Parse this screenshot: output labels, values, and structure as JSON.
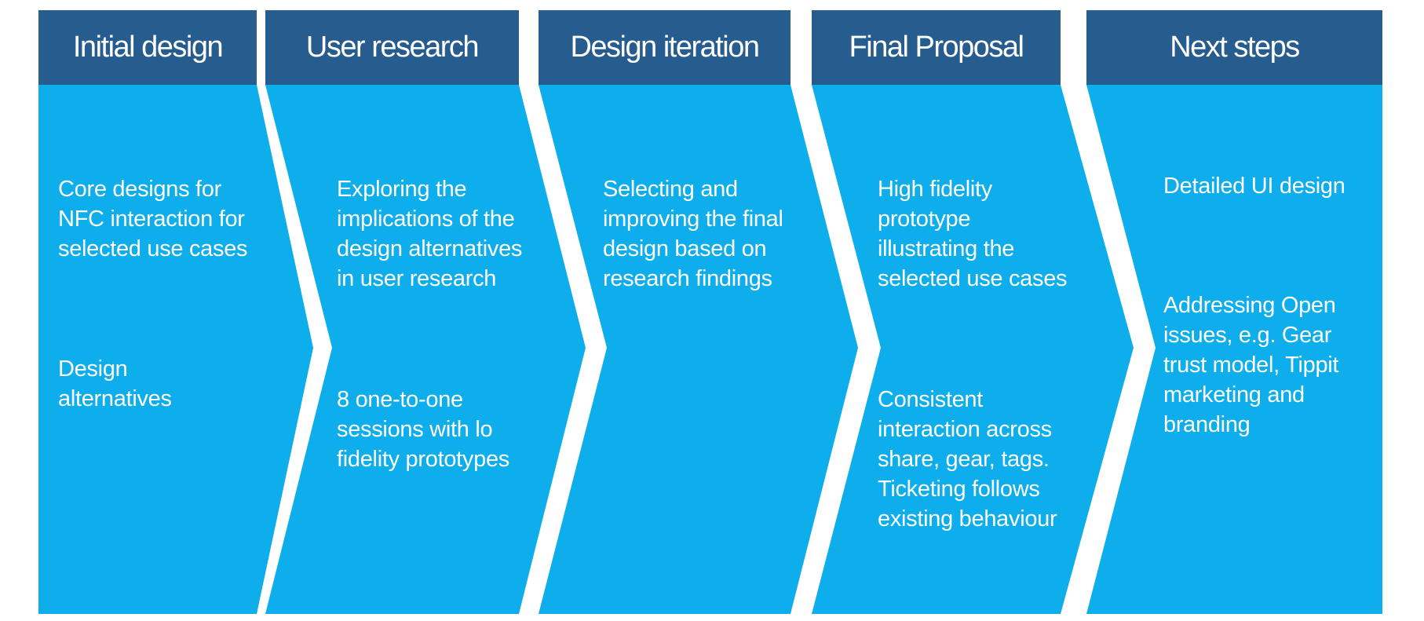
{
  "colors": {
    "header": "#275c8f",
    "body": "#0daeeb",
    "text": "#ffffff"
  },
  "stages": [
    {
      "title": "Initial design",
      "blocks": [
        [
          "Core designs for",
          "NFC interaction for",
          "selected use cases"
        ],
        [
          "Design",
          "alternatives"
        ]
      ]
    },
    {
      "title": "User research",
      "blocks": [
        [
          "Exploring the",
          "implications of the",
          "design alternatives",
          "in user research"
        ],
        [
          "8 one-to-one",
          "sessions with lo",
          "fidelity prototypes"
        ]
      ]
    },
    {
      "title": "Design iteration",
      "blocks": [
        [
          "Selecting and",
          "improving the final",
          "design based on",
          "research findings"
        ]
      ]
    },
    {
      "title": "Final Proposal",
      "blocks": [
        [
          "High fidelity",
          "prototype",
          "illustrating the",
          "selected use cases"
        ],
        [
          "Consistent",
          "interaction across",
          "share, gear, tags.",
          "Ticketing follows",
          "existing behaviour"
        ]
      ]
    },
    {
      "title": "Next steps",
      "blocks": [
        [
          "Detailed UI design"
        ],
        [
          "Addressing Open",
          "issues, e.g. Gear",
          "trust model, Tippit",
          "marketing and",
          "branding"
        ]
      ]
    }
  ]
}
